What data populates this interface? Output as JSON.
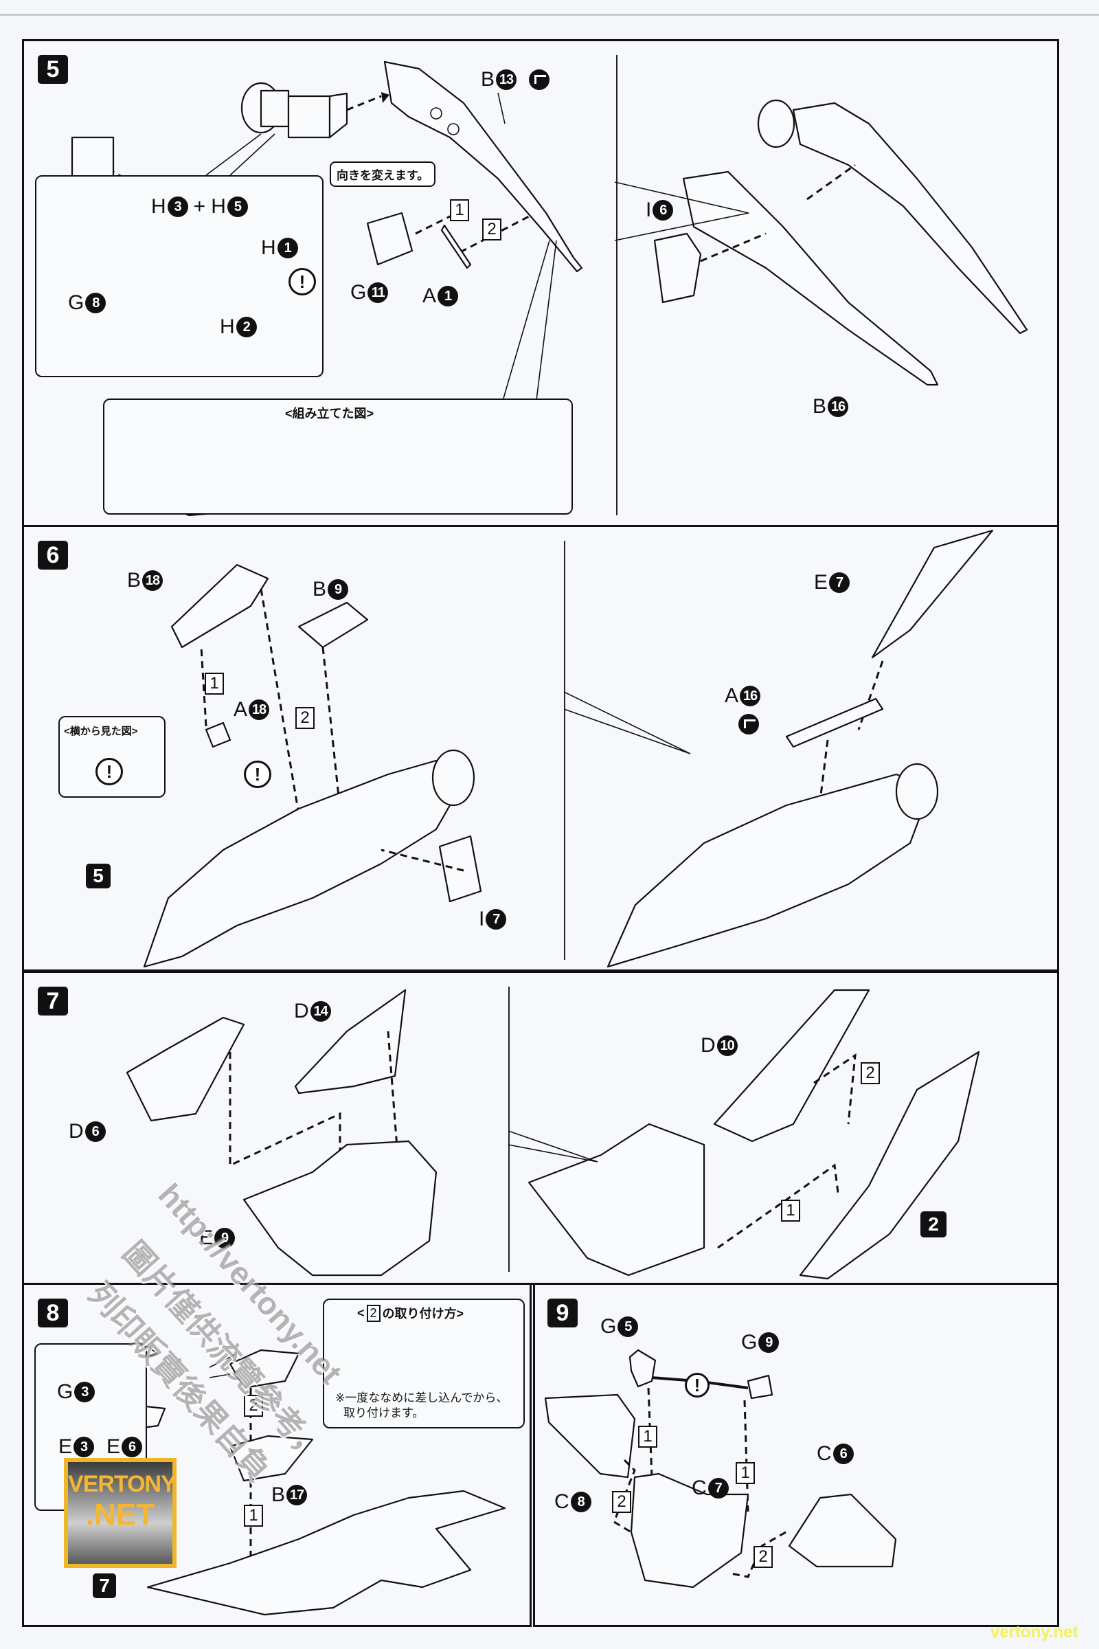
{
  "page": {
    "footer_watermark": "vertony.net",
    "logo_line1": "VERTONY",
    "logo_line2": ".NET",
    "diagonal_watermark_1": "http://vertony.net",
    "diagonal_watermark_2": "圖片僅供流覽參考，",
    "diagonal_watermark_3": "列印販賣後果自負"
  },
  "steps": [
    {
      "number": "5",
      "note_callout": "向きを変えます。",
      "assembled_view_title": "<組み立てた図>",
      "parts": [
        {
          "runner": "B",
          "num": "13",
          "cut_icon": true
        },
        {
          "runner": "H",
          "num": "3",
          "plus": "+",
          "runner2": "H",
          "num2": "5"
        },
        {
          "runner": "H",
          "num": "1"
        },
        {
          "runner": "H",
          "num": "2"
        },
        {
          "runner": "G",
          "num": "8"
        },
        {
          "runner": "G",
          "num": "11"
        },
        {
          "runner": "A",
          "num": "1"
        },
        {
          "runner": "I",
          "num": "6"
        },
        {
          "runner": "B",
          "num": "16"
        }
      ],
      "order_marks": [
        "1",
        "2"
      ],
      "caution": "!"
    },
    {
      "number": "6",
      "side_view_title": "<横から見た図>",
      "sub_ref": "5",
      "parts": [
        {
          "runner": "B",
          "num": "18"
        },
        {
          "runner": "B",
          "num": "9"
        },
        {
          "runner": "A",
          "num": "18"
        },
        {
          "runner": "I",
          "num": "7"
        },
        {
          "runner": "E",
          "num": "7"
        },
        {
          "runner": "A",
          "num": "16",
          "cut_icon": true
        }
      ],
      "order_marks": [
        "1",
        "2"
      ],
      "caution": "!"
    },
    {
      "number": "7",
      "sub_ref": "2",
      "parts": [
        {
          "runner": "D",
          "num": "14"
        },
        {
          "runner": "D",
          "num": "6"
        },
        {
          "runner": "E",
          "num": "9"
        },
        {
          "runner": "D",
          "num": "10"
        }
      ],
      "order_marks": [
        "1",
        "2"
      ]
    },
    {
      "number": "8",
      "howto_title_prefix": "<",
      "howto_title_box": "2",
      "howto_title_suffix": "の取り付け方>",
      "howto_note_line1": "※一度ななめに差し込んでから、",
      "howto_note_line2": "取り付けます。",
      "sub_ref": "7",
      "parts": [
        {
          "runner": "G",
          "num": "3"
        },
        {
          "runner": "E",
          "num": "3"
        },
        {
          "runner": "E",
          "num": "6"
        },
        {
          "runner": "B",
          "num": "17"
        }
      ],
      "order_marks": [
        "1",
        "2"
      ]
    },
    {
      "number": "9",
      "parts": [
        {
          "runner": "G",
          "num": "5"
        },
        {
          "runner": "G",
          "num": "9"
        },
        {
          "runner": "C",
          "num": "8"
        },
        {
          "runner": "C",
          "num": "7"
        },
        {
          "runner": "C",
          "num": "6"
        }
      ],
      "order_marks": [
        "1",
        "1",
        "2",
        "2"
      ],
      "caution": "!"
    }
  ]
}
